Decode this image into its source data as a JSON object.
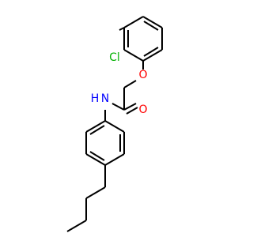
{
  "atom_labels": {
    "chlorine": "Cl",
    "ether_oxygen": "O",
    "carbonyl_oxygen": "O",
    "amide_nitrogen": "N",
    "amide_hydrogen": "H"
  },
  "colors": {
    "bond": "#000000",
    "oxygen": "#ff0000",
    "nitrogen": "#0000ff",
    "chlorine": "#00b000",
    "background": "#ffffff"
  }
}
